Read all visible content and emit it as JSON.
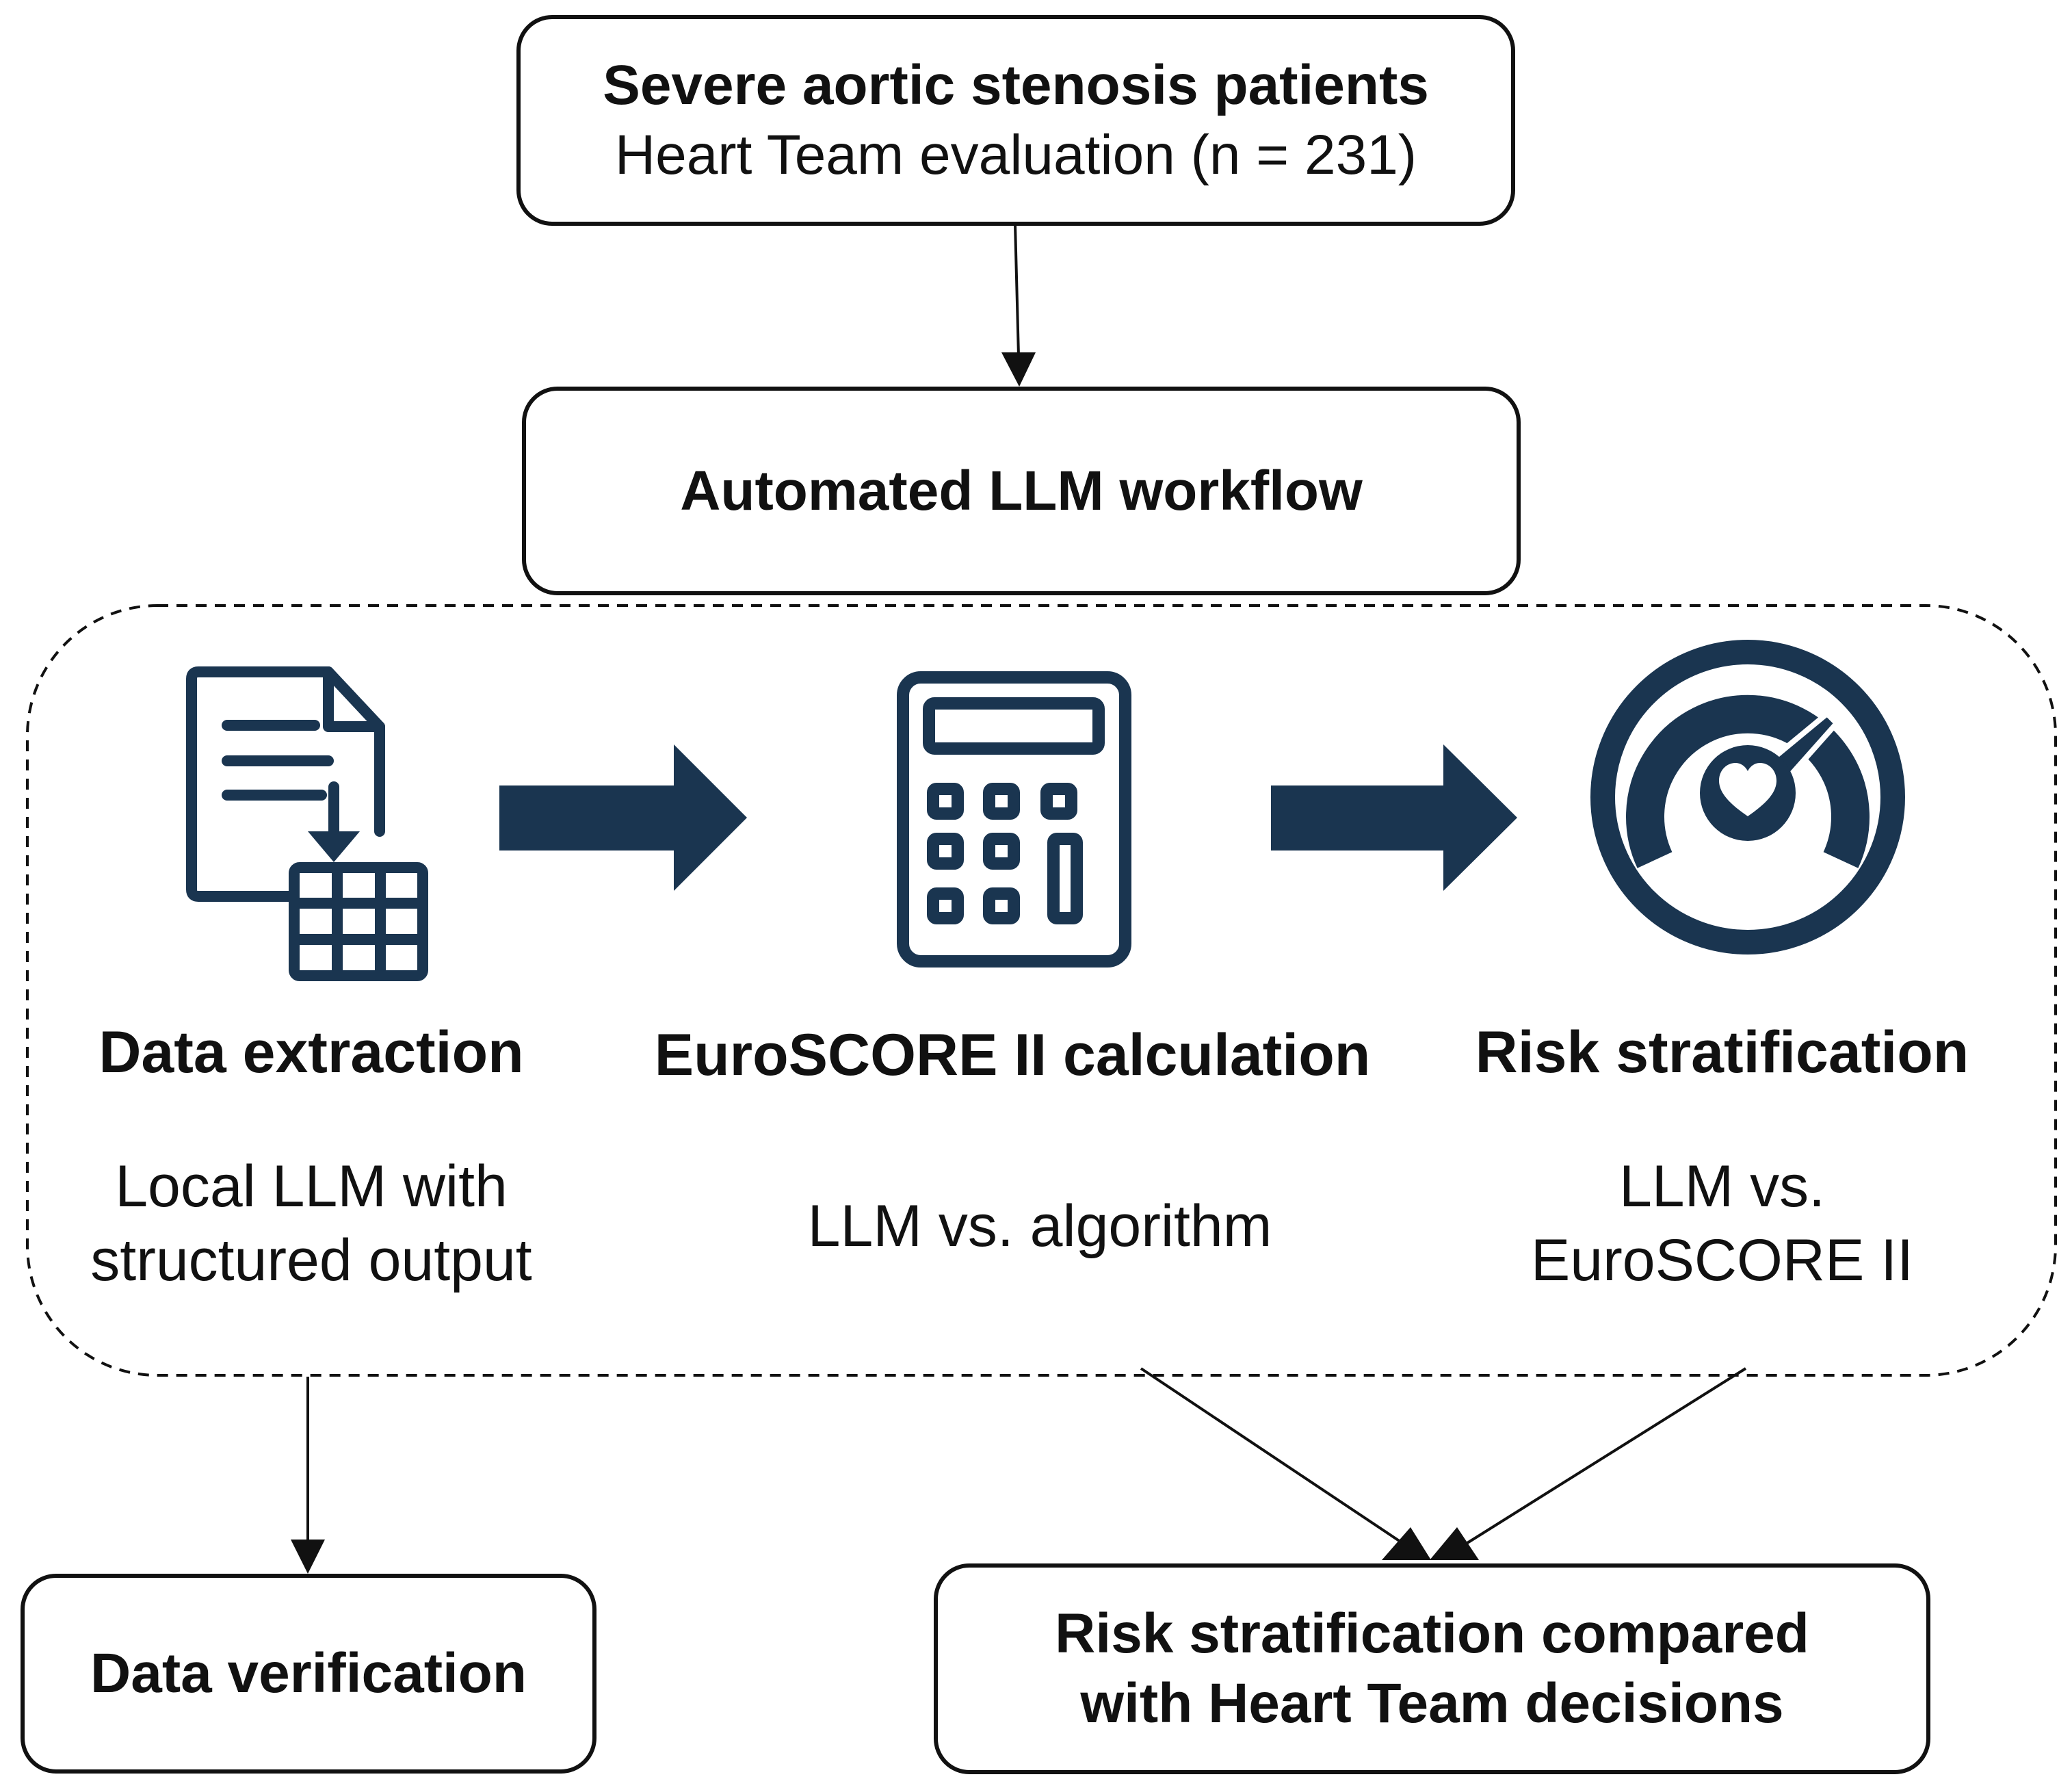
{
  "top_box": {
    "title": "Severe aortic stenosis patients",
    "subtitle": "Heart Team evaluation (n = 231)"
  },
  "workflow_box": {
    "title": "Automated LLM workflow"
  },
  "steps": [
    {
      "title": "Data extraction",
      "desc_line1": "Local LLM with",
      "desc_line2": "structured output",
      "icon": "document-to-table-icon"
    },
    {
      "title": "EuroSCORE II calculation",
      "desc_line1": "LLM vs. algorithm",
      "icon": "calculator-icon"
    },
    {
      "title": "Risk stratification",
      "desc_line1": "LLM vs.",
      "desc_line2": "EuroSCORE II",
      "icon": "heart-gauge-icon"
    }
  ],
  "verification_box": {
    "title": "Data verification"
  },
  "comparison_box": {
    "line1": "Risk stratification compared",
    "line2": "with Heart Team decisions"
  },
  "colors": {
    "icon": "#1a3550",
    "stroke": "#111111"
  }
}
